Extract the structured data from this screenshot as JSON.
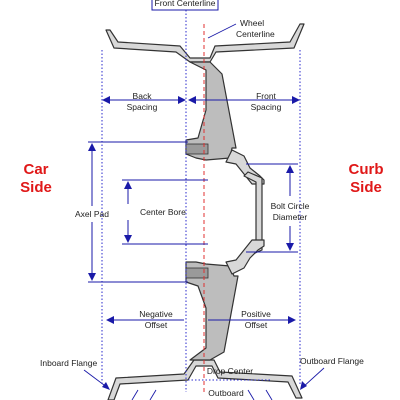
{
  "labels": {
    "front_centerline": "Front Centerline",
    "wheel_centerline_1": "Wheel",
    "wheel_centerline_2": "Centerline",
    "back_spacing_1": "Back",
    "back_spacing_2": "Spacing",
    "front_spacing_1": "Front",
    "front_spacing_2": "Spacing",
    "car_side_1": "Car",
    "car_side_2": "Side",
    "curb_side_1": "Curb",
    "curb_side_2": "Side",
    "axel_pad": "Axel Pad",
    "center_bore": "Center Bore",
    "bolt_circle_1": "Bolt Circle",
    "bolt_circle_2": "Diameter",
    "negative_offset_1": "Negative",
    "negative_offset_2": "Offset",
    "positive_offset_1": "Positive",
    "positive_offset_2": "Offset",
    "inboard_flange": "Inboard Flange",
    "outboard_flange": "Outboard Flange",
    "drop_center": "Drop Center",
    "outboard": "Outboard"
  },
  "colors": {
    "side_label": "#e01818",
    "dimension": "#1a1aa8",
    "centerline": "#e03030",
    "metal": "#d8d8d8"
  }
}
